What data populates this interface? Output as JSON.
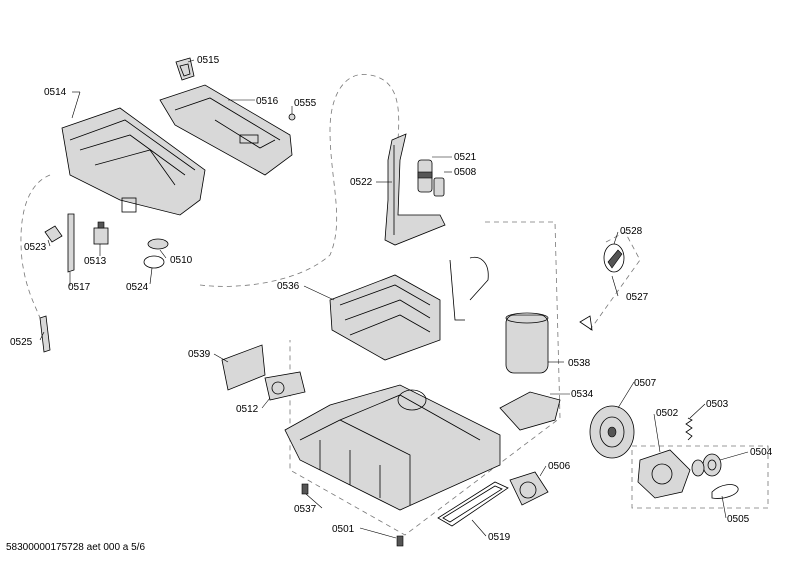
{
  "labels": {
    "p0515": "0515",
    "p0514": "0514",
    "p0516": "0516",
    "p0555": "0555",
    "p0521": "0521",
    "p0522": "0522",
    "p0508": "0508",
    "p0523": "0523",
    "p0513": "0513",
    "p0510": "0510",
    "p0517": "0517",
    "p0524": "0524",
    "p0528": "0528",
    "p0527": "0527",
    "p0536": "0536",
    "p0525": "0525",
    "p0539": "0539",
    "p0538": "0538",
    "p0512": "0512",
    "p0534": "0534",
    "p0507": "0507",
    "p0502": "0502",
    "p0503": "0503",
    "p0504": "0504",
    "p0506": "0506",
    "p0537": "0537",
    "p0501": "0501",
    "p0519": "0519",
    "p0505": "0505"
  },
  "footer": "58300000175728 aet 000 a 5/6"
}
